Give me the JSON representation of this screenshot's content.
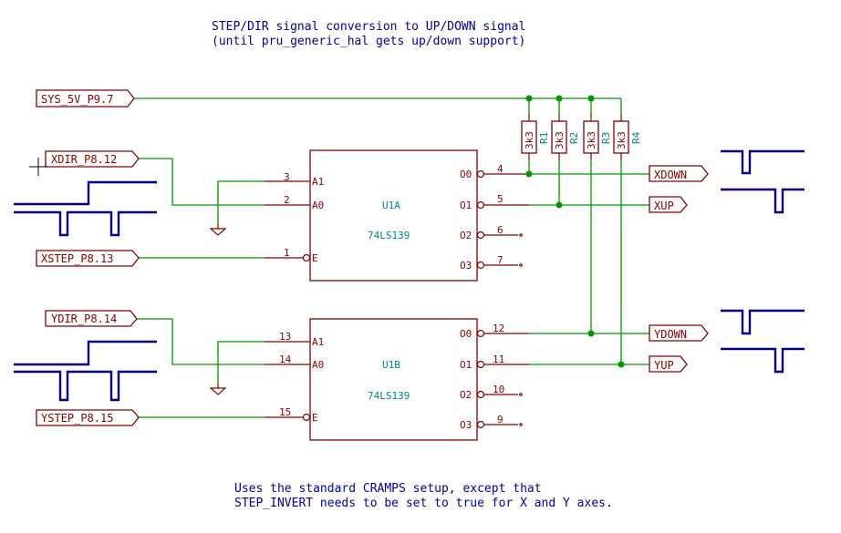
{
  "title": {
    "line1": "STEP/DIR signal conversion to UP/DOWN signal",
    "line2": "(until pru_generic_hal gets up/down support)"
  },
  "footer": {
    "line1": "Uses the standard CRAMPS setup, except that",
    "line2": "STEP_INVERT needs to be set to true for X and Y axes."
  },
  "labels": {
    "sys5v": "SYS_5V_P9.7",
    "xdir": "XDIR_P8.12",
    "xstep": "XSTEP_P8.13",
    "ydir": "YDIR_P8.14",
    "ystep": "YSTEP_P8.15",
    "xdown": "XDOWN",
    "xup": "XUP",
    "ydown": "YDOWN",
    "yup": "YUP"
  },
  "u1a": {
    "ref": "U1A",
    "value": "74LS139",
    "pins_left": [
      {
        "num": "3",
        "name": "A1"
      },
      {
        "num": "2",
        "name": "A0"
      },
      {
        "num": "1",
        "name": "E"
      }
    ],
    "pins_right": [
      {
        "num": "4",
        "name": "O0"
      },
      {
        "num": "5",
        "name": "O1"
      },
      {
        "num": "6",
        "name": "O2"
      },
      {
        "num": "7",
        "name": "O3"
      }
    ]
  },
  "u1b": {
    "ref": "U1B",
    "value": "74LS139",
    "pins_left": [
      {
        "num": "13",
        "name": "A1"
      },
      {
        "num": "14",
        "name": "A0"
      },
      {
        "num": "15",
        "name": "E"
      }
    ],
    "pins_right": [
      {
        "num": "12",
        "name": "O0"
      },
      {
        "num": "11",
        "name": "O1"
      },
      {
        "num": "10",
        "name": "O2"
      },
      {
        "num": "9",
        "name": "O3"
      }
    ]
  },
  "resistors": [
    {
      "ref": "R1",
      "value": "3k3"
    },
    {
      "ref": "R2",
      "value": "3k3"
    },
    {
      "ref": "R3",
      "value": "3k3"
    },
    {
      "ref": "R4",
      "value": "3k3"
    }
  ]
}
